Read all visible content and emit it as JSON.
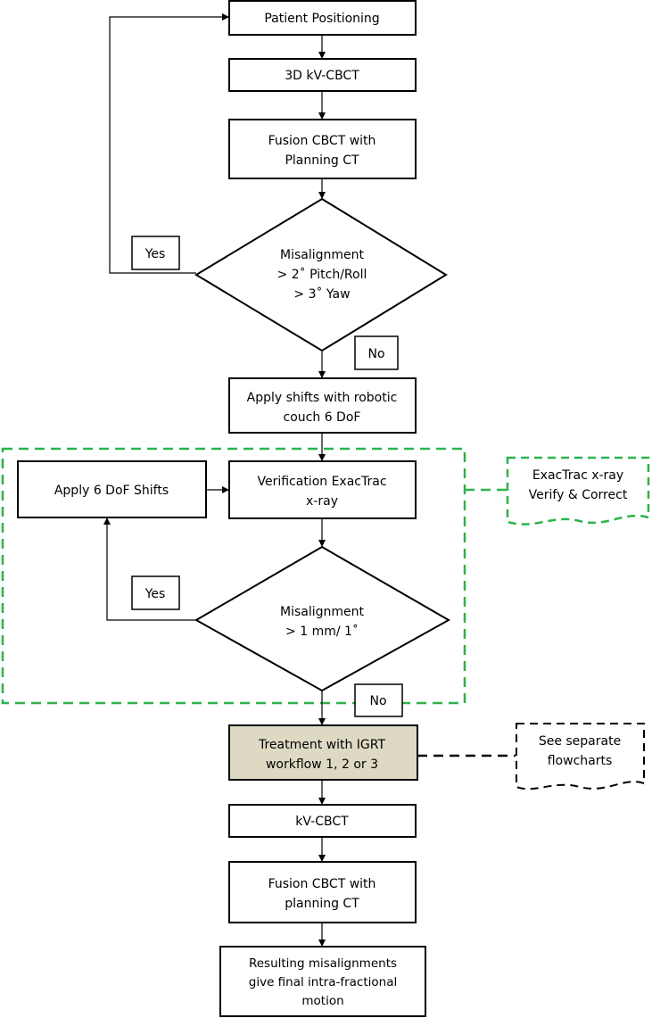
{
  "nodes": {
    "patient_positioning": "Patient Positioning",
    "kv_cbct_3d": "3D kV-CBCT",
    "fusion_1": [
      "Fusion CBCT with",
      "Planning CT"
    ],
    "decision_1": [
      "Misalignment",
      "> 2˚ Pitch/Roll",
      "> 3˚ Yaw"
    ],
    "yes_1": "Yes",
    "no_1": "No",
    "apply_shifts": [
      "Apply shifts with robotic",
      "couch 6 DoF"
    ],
    "apply_6dof": "Apply 6 DoF Shifts",
    "verification": [
      "Verification ExacTrac",
      "x-ray"
    ],
    "exactrac_note": [
      "ExacTrac x-ray",
      "Verify & Correct"
    ],
    "yes_2": "Yes",
    "decision_2": [
      "Misalignment",
      "> 1 mm/ 1˚"
    ],
    "no_2": "No",
    "treatment": [
      "Treatment with IGRT",
      "workflow 1, 2 or 3"
    ],
    "separate_note": [
      "See separate",
      "flowcharts"
    ],
    "kv_cbct": "kV-CBCT",
    "fusion_2": [
      "Fusion CBCT with",
      "planning CT"
    ],
    "result": [
      "Resulting misalignments",
      "give final intra-fractional",
      "motion"
    ]
  },
  "colors": {
    "stroke": "#000000",
    "dashed_green": "#2db34a",
    "treatment_fill": "#ddd9c3"
  }
}
